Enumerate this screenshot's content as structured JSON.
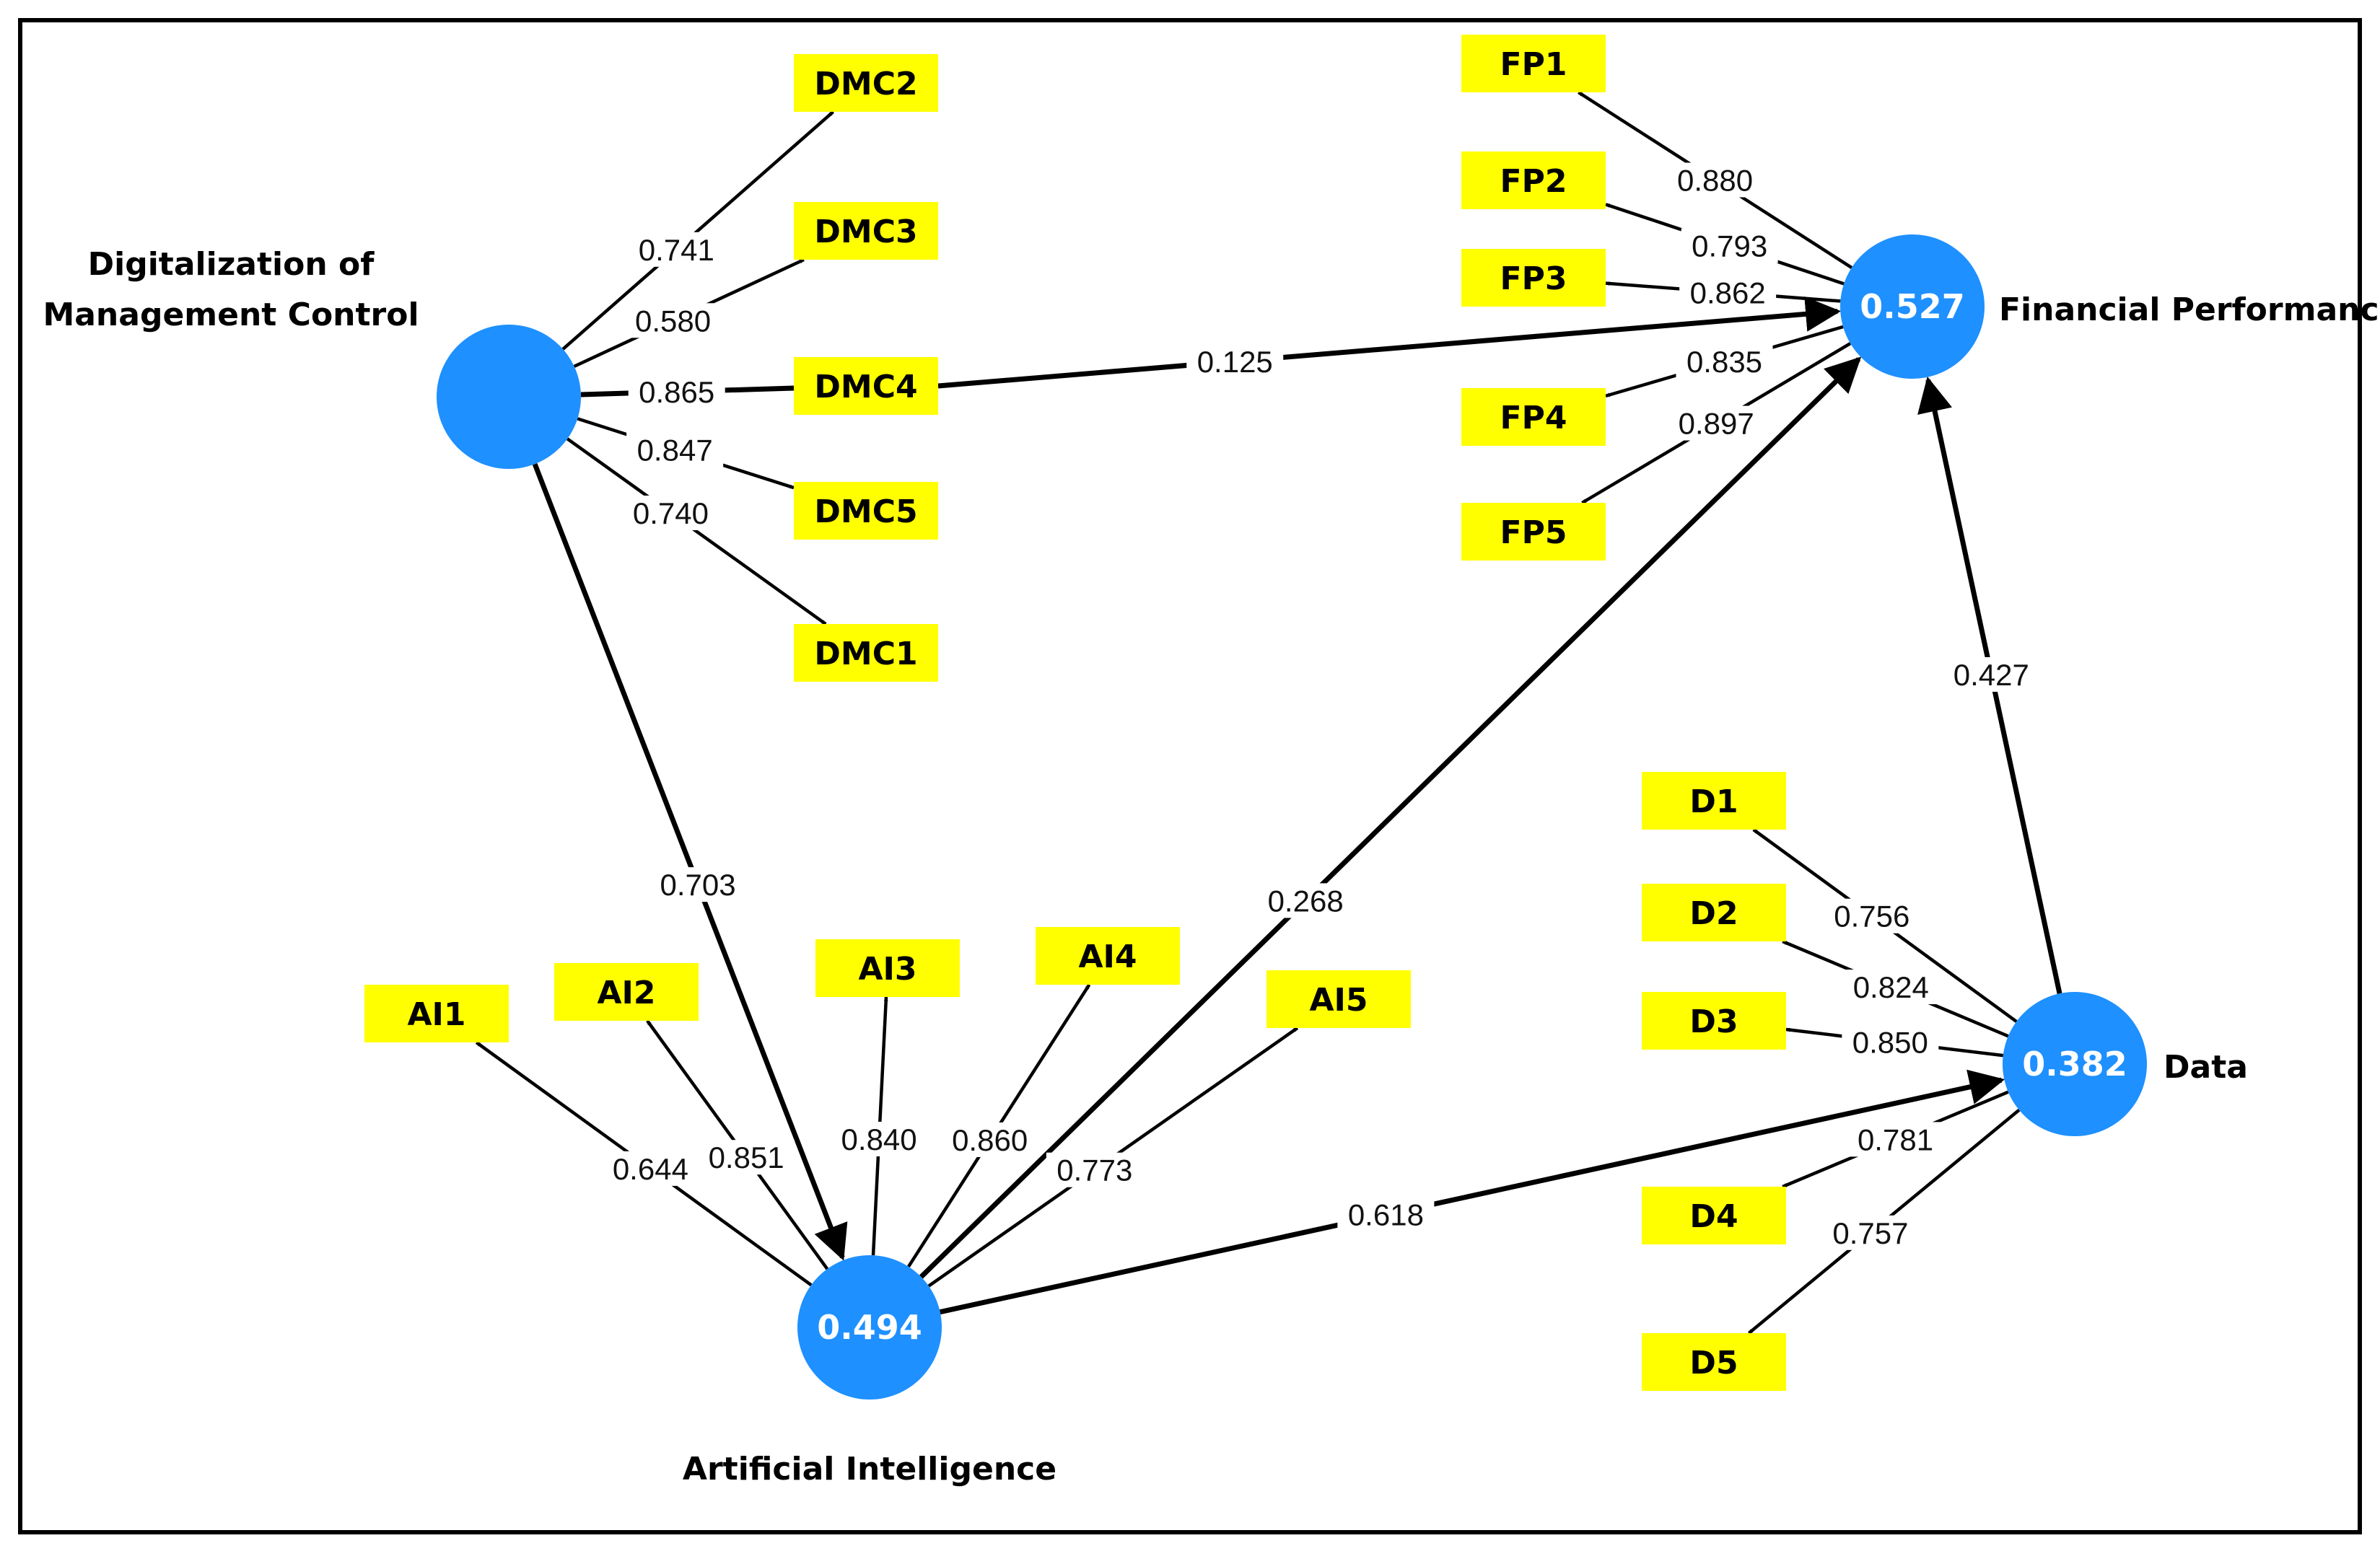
{
  "colors": {
    "construct": "#1e90ff",
    "indicator": "#ffff00",
    "line": "#000000",
    "background": "#ffffff"
  },
  "constructs": [
    {
      "id": "dmc",
      "name_lines": [
        "Digitalization of",
        "Management Control"
      ],
      "r2": ""
    },
    {
      "id": "fp",
      "name_lines": [
        "Financial Performance"
      ],
      "r2": "0.527"
    },
    {
      "id": "ai",
      "name_lines": [
        "Artificial Intelligence"
      ],
      "r2": "0.494"
    },
    {
      "id": "data",
      "name_lines": [
        "Data"
      ],
      "r2": "0.382"
    }
  ],
  "indicators": [
    {
      "id": "DMC2",
      "label": "DMC2"
    },
    {
      "id": "DMC3",
      "label": "DMC3"
    },
    {
      "id": "DMC4",
      "label": "DMC4"
    },
    {
      "id": "DMC5",
      "label": "DMC5"
    },
    {
      "id": "DMC1",
      "label": "DMC1"
    },
    {
      "id": "FP1",
      "label": "FP1"
    },
    {
      "id": "FP2",
      "label": "FP2"
    },
    {
      "id": "FP3",
      "label": "FP3"
    },
    {
      "id": "FP4",
      "label": "FP4"
    },
    {
      "id": "FP5",
      "label": "FP5"
    },
    {
      "id": "AI1",
      "label": "AI1"
    },
    {
      "id": "AI2",
      "label": "AI2"
    },
    {
      "id": "AI3",
      "label": "AI3"
    },
    {
      "id": "AI4",
      "label": "AI4"
    },
    {
      "id": "AI5",
      "label": "AI5"
    },
    {
      "id": "D1",
      "label": "D1"
    },
    {
      "id": "D2",
      "label": "D2"
    },
    {
      "id": "D3",
      "label": "D3"
    },
    {
      "id": "D4",
      "label": "D4"
    },
    {
      "id": "D5",
      "label": "D5"
    }
  ],
  "loadings": [
    {
      "from": "dmc",
      "to": "DMC2",
      "value": "0.741"
    },
    {
      "from": "dmc",
      "to": "DMC3",
      "value": "0.580"
    },
    {
      "from": "dmc",
      "to": "DMC4",
      "value": "0.865"
    },
    {
      "from": "dmc",
      "to": "DMC5",
      "value": "0.847"
    },
    {
      "from": "dmc",
      "to": "DMC1",
      "value": "0.740"
    },
    {
      "from": "fp",
      "to": "FP1",
      "value": "0.880"
    },
    {
      "from": "fp",
      "to": "FP2",
      "value": "0.793"
    },
    {
      "from": "fp",
      "to": "FP3",
      "value": "0.862"
    },
    {
      "from": "fp",
      "to": "FP4",
      "value": "0.835"
    },
    {
      "from": "fp",
      "to": "FP5",
      "value": "0.897"
    },
    {
      "from": "ai",
      "to": "AI1",
      "value": "0.644"
    },
    {
      "from": "ai",
      "to": "AI2",
      "value": "0.851"
    },
    {
      "from": "ai",
      "to": "AI3",
      "value": "0.840"
    },
    {
      "from": "ai",
      "to": "AI4",
      "value": "0.860"
    },
    {
      "from": "ai",
      "to": "AI5",
      "value": "0.773"
    },
    {
      "from": "data",
      "to": "D1",
      "value": "0.756"
    },
    {
      "from": "data",
      "to": "D2",
      "value": "0.824"
    },
    {
      "from": "data",
      "to": "D3",
      "value": "0.850"
    },
    {
      "from": "data",
      "to": "D4",
      "value": "0.781"
    },
    {
      "from": "data",
      "to": "D5",
      "value": "0.757"
    }
  ],
  "paths": [
    {
      "from": "dmc",
      "to": "fp",
      "value": "0.125"
    },
    {
      "from": "dmc",
      "to": "ai",
      "value": "0.703"
    },
    {
      "from": "ai",
      "to": "fp",
      "value": "0.268"
    },
    {
      "from": "ai",
      "to": "data",
      "value": "0.618"
    },
    {
      "from": "data",
      "to": "fp",
      "value": "0.427"
    }
  ]
}
